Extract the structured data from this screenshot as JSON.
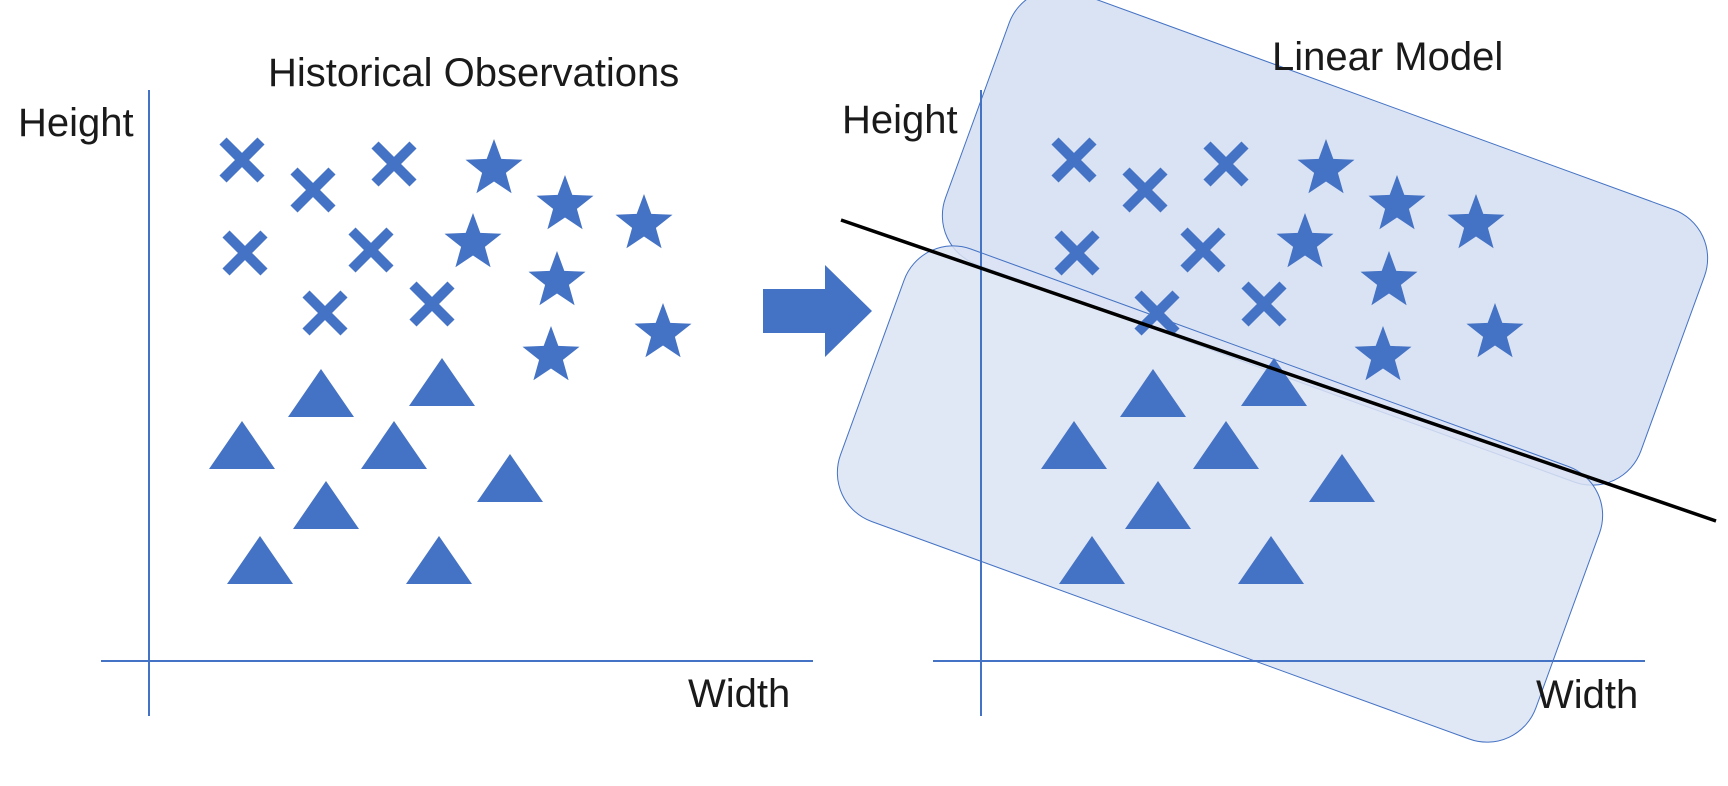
{
  "panels": [
    {
      "id": "historical",
      "title": "Historical Observations",
      "ylabel": "Height",
      "xlabel": "Width"
    },
    {
      "id": "model",
      "title": "Linear Model",
      "ylabel": "Height",
      "xlabel": "Width"
    }
  ],
  "colors": {
    "marker": "#4472C4",
    "region_fill": "#DAE3F3",
    "boundary": "#000000"
  },
  "marker_types": [
    "x",
    "star",
    "triangle"
  ],
  "transition_icon": "right-arrow-icon"
}
